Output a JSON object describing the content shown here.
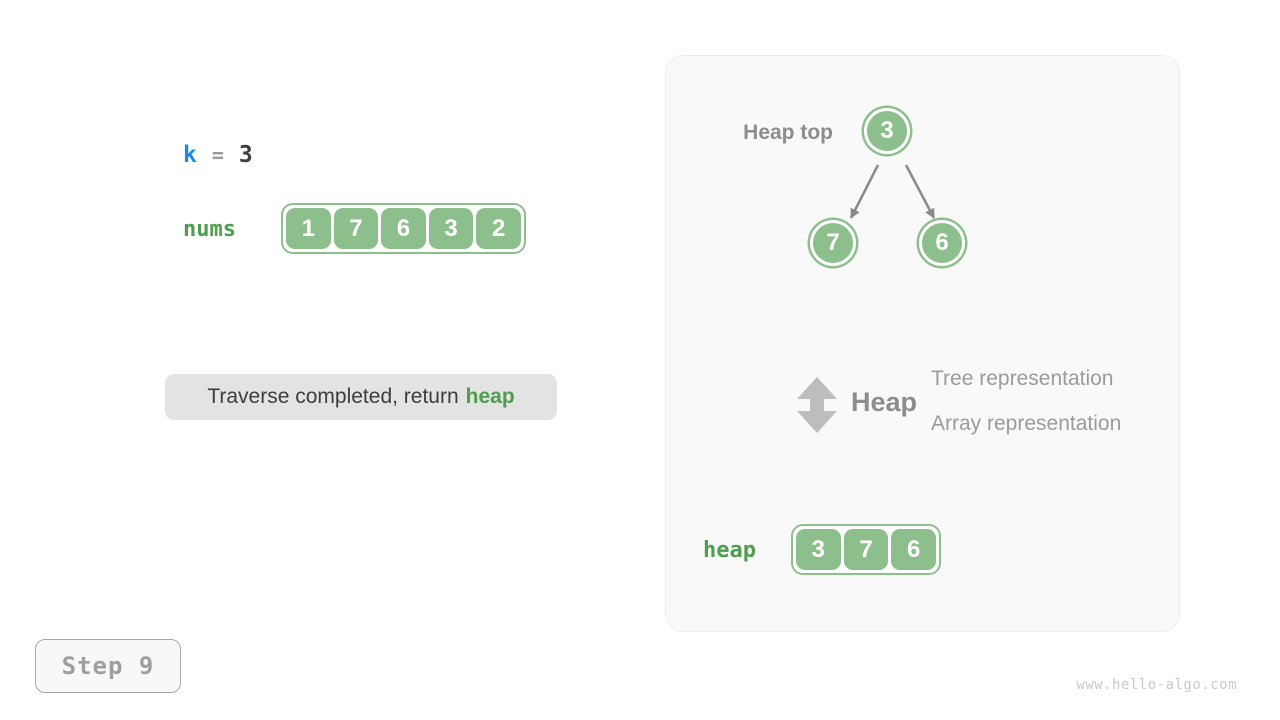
{
  "colors": {
    "green_fill": "#8cbf8c",
    "green_text": "#4d9e4d",
    "blue_text": "#1e88e5",
    "text_dark": "#3d3d3d",
    "gray_bold": "#8d8d8d",
    "gray_text": "#9b9b9b",
    "arrow_gray": "#8a8a8a",
    "icon_gray": "#bdbdbd",
    "panel_bg": "#f9f9fa",
    "panel_border": "#ededef",
    "msg_bg": "#e3e3e3",
    "step_text": "#9e9e9e",
    "step_border": "#a8a8a8",
    "step_bg": "#f8f8f8",
    "watermark": "#c9c9c9"
  },
  "left": {
    "k": {
      "name": "k",
      "equals": "=",
      "value": "3"
    },
    "nums": {
      "label": "nums",
      "values": [
        "1",
        "7",
        "6",
        "3",
        "2"
      ]
    },
    "message": {
      "prefix": "Traverse completed, return",
      "highlight": "heap"
    }
  },
  "panel": {
    "heap_top_label": "Heap top",
    "tree": {
      "root": "3",
      "left_child": "7",
      "right_child": "6"
    },
    "legend": {
      "title": "Heap",
      "line1": "Tree representation",
      "line2": "Array representation"
    },
    "heap": {
      "label": "heap",
      "values": [
        "3",
        "7",
        "6"
      ]
    }
  },
  "footer": {
    "step_label": "Step 9",
    "watermark": "www.hello-algo.com"
  }
}
